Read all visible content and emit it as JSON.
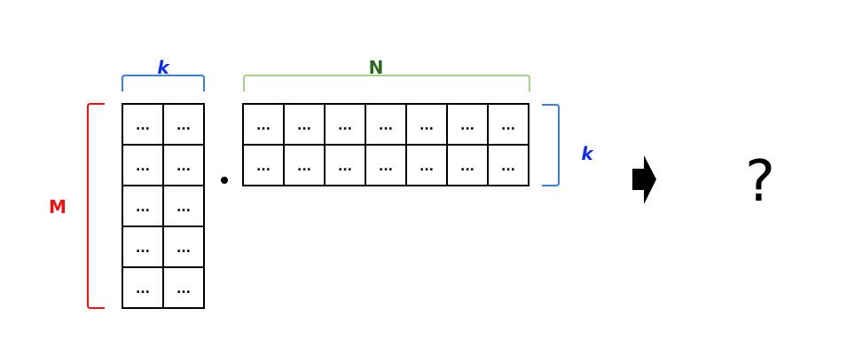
{
  "labels": {
    "matrix_a_cols": "k",
    "matrix_b_cols": "N",
    "matrix_a_rows": "M",
    "matrix_b_rows": "k",
    "result": "?"
  },
  "matrix_a": {
    "rows": 5,
    "cols": 2
  },
  "matrix_b": {
    "rows": 2,
    "cols": 7
  },
  "cell_text": "...",
  "colors": {
    "k_bracket": "#3a7fde",
    "k_label": "#1030e0",
    "n_bracket": "#a8d08d",
    "n_label": "#2e6b1e",
    "m_bracket": "#ee1111",
    "m_label": "#ee1111"
  }
}
